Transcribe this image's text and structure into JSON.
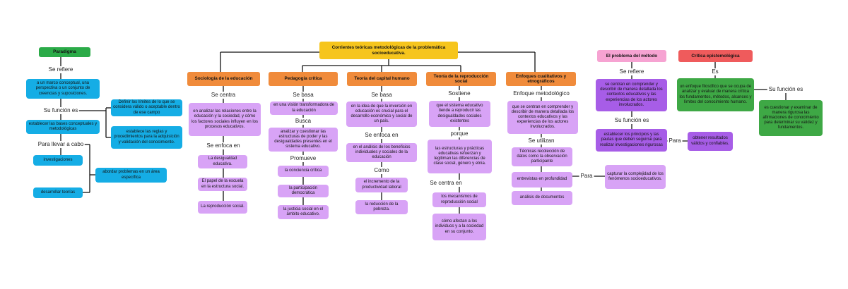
{
  "colors": {
    "title_box": "#f6c51d",
    "current_header": "#f08b3b",
    "paradigm_header": "#2bab48",
    "paradigm_box": "#15ade5",
    "detail_box": "#d8a3f6",
    "method_box": "#a75de7",
    "method_header": "#f6a3d2",
    "critique_header": "#ef5b5c",
    "critique_box": "#3ea845",
    "connector": "#111111"
  },
  "title": "Corrientes teóricas metodológicas de la problemática socioeducativa.",
  "paradigma": {
    "header": "Paradigma",
    "se_refiere": "Se refiere",
    "definicion": "a un marco conceptual, una perspectiva o un conjunto de creencias y suposiciones.",
    "su_funcion_es": "Su función es",
    "funciones": [
      "Definir los límites de lo que se considera válido o aceptable dentro de ese campo",
      "establecer las bases conceptuales y metodológicas",
      "establece las reglas y procedimientos para la adquisición y validación del conocimiento."
    ],
    "para_llevar_a_cabo": "Para llevar a cabo",
    "acciones": [
      "investigaciones",
      "abordar problemas en un área específica",
      "desarrollar teorías"
    ]
  },
  "corrientes": [
    {
      "nombre": "Sociología de la educación",
      "conector_1": "Se centra",
      "descripcion": "en analizar las relaciones entre la educación y la sociedad, y cómo los factores sociales influyen en los procesos educativos.",
      "conector_2": "Se enfoca en",
      "items": [
        "La desigualdad educativa.",
        "El papel de la escuela en la estructura social.",
        "La reproducción social."
      ]
    },
    {
      "nombre": "Pedagogía crítica",
      "conector_1": "Se basa",
      "descripcion": "en una visión transformadora de la educación",
      "conector_2": "Busca",
      "detalle": "analizar y cuestionar las estructuras de poder y las desigualdades presentes en el sistema educativo.",
      "conector_3": "Promueve",
      "items": [
        "la conciencia crítica",
        "la participación democrática",
        "la justicia social en el ámbito educativo."
      ]
    },
    {
      "nombre": "Teoría del capital humano",
      "conector_1": "Se basa",
      "descripcion": "en la idea de que la inversión en educación es crucial para el desarrollo económico y social de un país.",
      "conector_2": "Se enfoca en",
      "detalle": "en el análisis de los beneficios individuales y sociales de la educación",
      "conector_3": "Como",
      "items": [
        "el incremento de la productividad laboral",
        "la reducción de la pobreza."
      ]
    },
    {
      "nombre": "Teoría de la reproducción social",
      "conector_1": "Sostiene",
      "descripcion": "que el sistema educativo tiende a reproducir las desigualdades sociales existentes",
      "conector_2": "porque",
      "detalle": "las estructuras y prácticas educativas refuerzan y legitiman las diferencias de clase social, género y etnia.",
      "conector_3": "Se centra en",
      "items": [
        "los mecanismos de reproducción social",
        "cómo afectan a los individuos y a la sociedad en su conjunto."
      ]
    },
    {
      "nombre": "Enfoques cualitativos y etnográficos",
      "conector_1": "Enfoque metodológico",
      "descripcion": "que se centran en comprender y describir de manera detallada los contextos educativos y las experiencias de los actores involucrados.",
      "conector_2": "Se utilizan",
      "items": [
        "Técnicas recolección de datos como la observación participante",
        "entrevistas en profundidad",
        "análisis de documentos"
      ],
      "conector_3": "Para",
      "proposito": "capturar la complejidad de los fenómenos socioeducativos."
    }
  ],
  "problema_metodo": {
    "header": "El problema del método",
    "se_refiere": "Se refiere",
    "definicion": "se centran en comprender y describir de manera detallada los contextos educativos y las experiencias de los actores involucrados.",
    "su_funcion_es": "Su función es",
    "funcion": "establecer los principios y las pautas que deben seguirse para realizar investigaciones rigurosas",
    "para": "Para",
    "proposito": "obtener resultados válidos y confiables."
  },
  "critica": {
    "header": "Crítica epistemológica",
    "es": "Es",
    "definicion": "un enfoque filosófico que se ocupa de analizar y evaluar de manera crítica los fundamentos, métodos, alcances y límites del conocimiento humano.",
    "su_funcion_es": "Su función es",
    "funcion": "es cuestionar y examinar de manera rigurosa las afirmaciones de conocimiento para determinar su validez y fundamentos."
  }
}
